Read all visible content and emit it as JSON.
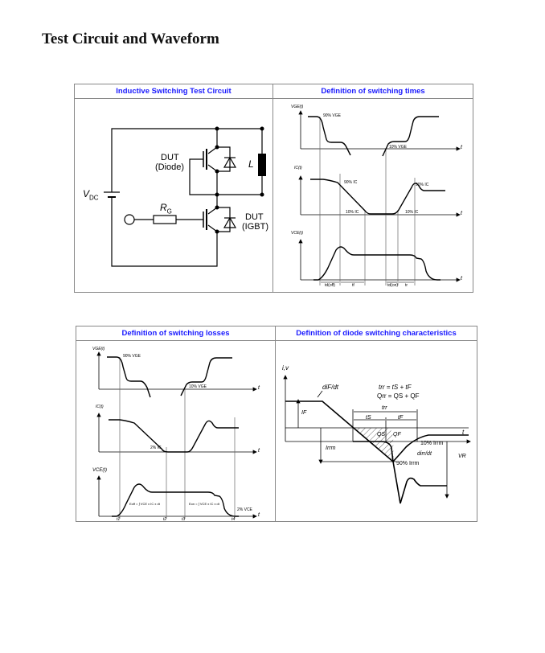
{
  "page": {
    "title": "Test Circuit and Waveform"
  },
  "panels": {
    "circuit": {
      "title": "Inductive Switching Test Circuit",
      "labels": {
        "dut_diode_1": "DUT",
        "dut_diode_2": "(Diode)",
        "dut_igbt_1": "DUT",
        "dut_igbt_2": "(IGBT)",
        "inductor": "L",
        "vdc": "V",
        "vdc_sub": "DC",
        "rg": "R",
        "rg_sub": "G"
      }
    },
    "switching_times": {
      "title": "Definition of switching times",
      "labels": {
        "vge": "VGE(t)",
        "ic": "IC(t)",
        "vce": "VCE(t)",
        "t": "t",
        "vge90": "90% VGE",
        "vge10": "10% VGE",
        "ic90a": "90% IC",
        "ic90b": "90% IC",
        "ic10a": "10% IC",
        "ic10b": "10% IC",
        "td_off": "td(off)",
        "tf": "tf",
        "td_on": "td(on)",
        "tr": "tr"
      }
    },
    "switching_losses": {
      "title": "Definition of switching losses",
      "labels": {
        "vge": "VGE(t)",
        "ic": "IC(t)",
        "vce": "VCE(t)",
        "t": "t",
        "vge90": "90% VGE",
        "vge10": "10% VGE",
        "ic2": "2% IC",
        "vce2": "2% VCE",
        "eoff": "Eoff = ∫ VCE x IC x dt",
        "eon": "Eon = ∫ VCE x IC x dt",
        "t1": "t1",
        "t2": "t2",
        "t3": "t3",
        "t4": "t4"
      }
    },
    "diode": {
      "title": "Definition of diode switching characteristics",
      "labels": {
        "axis": "i,v",
        "t": "t",
        "difdt": "diF/dt",
        "eq1": "trr = tS + tF",
        "eq2": "Qrr = QS + QF",
        "trr": "trr",
        "ts": "tS",
        "tf": "tF",
        "if": "IF",
        "irrm": "Irrm",
        "qs": "QS",
        "qf": "QF",
        "irrm10": "10% Irrm",
        "irrm90": "90% Irrm",
        "dirrdt": "dirr/dt",
        "vr": "VR"
      }
    }
  },
  "colors": {
    "title_blue": "#1a1aff",
    "border": "#888888",
    "line": "#000000"
  }
}
